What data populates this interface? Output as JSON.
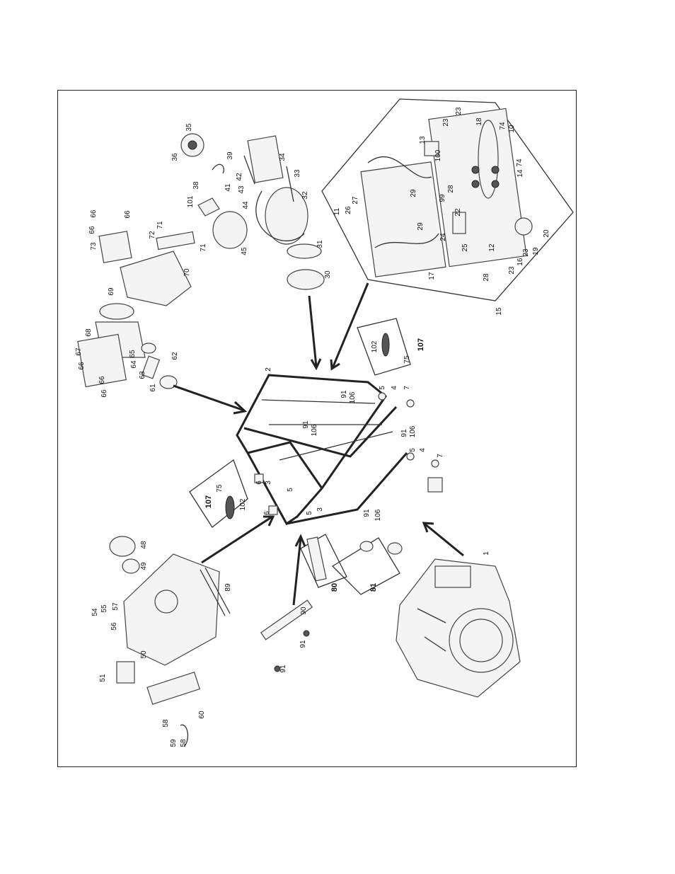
{
  "callouts": [
    {
      "id": "c35",
      "text": "35"
    },
    {
      "id": "c36",
      "text": "36"
    },
    {
      "id": "c34",
      "text": "34"
    },
    {
      "id": "c33",
      "text": "33"
    },
    {
      "id": "c32",
      "text": "32"
    },
    {
      "id": "c31",
      "text": "31"
    },
    {
      "id": "c30",
      "text": "30"
    },
    {
      "id": "c39",
      "text": "39"
    },
    {
      "id": "c38",
      "text": "38"
    },
    {
      "id": "c42",
      "text": "42"
    },
    {
      "id": "c41",
      "text": "41"
    },
    {
      "id": "c43",
      "text": "43"
    },
    {
      "id": "c101",
      "text": "101"
    },
    {
      "id": "c44",
      "text": "44"
    },
    {
      "id": "c45",
      "text": "45"
    },
    {
      "id": "c66a",
      "text": "66"
    },
    {
      "id": "c66b",
      "text": "66"
    },
    {
      "id": "c66c",
      "text": "66"
    },
    {
      "id": "c73",
      "text": "73"
    },
    {
      "id": "c72",
      "text": "72"
    },
    {
      "id": "c71a",
      "text": "71"
    },
    {
      "id": "c71b",
      "text": "71"
    },
    {
      "id": "c70",
      "text": "70"
    },
    {
      "id": "c69",
      "text": "69"
    },
    {
      "id": "c68",
      "text": "68"
    },
    {
      "id": "c67",
      "text": "67"
    },
    {
      "id": "c66d",
      "text": "66"
    },
    {
      "id": "c66e",
      "text": "66"
    },
    {
      "id": "c66f",
      "text": "66"
    },
    {
      "id": "c65",
      "text": "65"
    },
    {
      "id": "c64",
      "text": "64"
    },
    {
      "id": "c63",
      "text": "63"
    },
    {
      "id": "c62",
      "text": "62"
    },
    {
      "id": "c61",
      "text": "61"
    },
    {
      "id": "c2",
      "text": "2"
    },
    {
      "id": "c91a",
      "text": "91"
    },
    {
      "id": "c106a",
      "text": "106"
    },
    {
      "id": "c91b",
      "text": "91"
    },
    {
      "id": "c106b",
      "text": "106"
    },
    {
      "id": "c5a",
      "text": "5"
    },
    {
      "id": "c4a",
      "text": "4"
    },
    {
      "id": "c7a",
      "text": "7"
    },
    {
      "id": "c91c",
      "text": "91"
    },
    {
      "id": "c106c",
      "text": "106"
    },
    {
      "id": "c5b",
      "text": "5"
    },
    {
      "id": "c4b",
      "text": "4"
    },
    {
      "id": "c7b",
      "text": "7"
    },
    {
      "id": "c3a",
      "text": "3"
    },
    {
      "id": "c5c",
      "text": "5"
    },
    {
      "id": "c6a",
      "text": "6"
    },
    {
      "id": "c6b",
      "text": "6"
    },
    {
      "id": "c5d",
      "text": "5"
    },
    {
      "id": "c3b",
      "text": "3"
    },
    {
      "id": "c91d",
      "text": "91"
    },
    {
      "id": "c106d",
      "text": "106"
    },
    {
      "id": "c107a",
      "text": "107"
    },
    {
      "id": "c102a",
      "text": "102"
    },
    {
      "id": "c75a",
      "text": "75"
    },
    {
      "id": "c107b",
      "text": "107"
    },
    {
      "id": "c102b",
      "text": "102"
    },
    {
      "id": "c75b",
      "text": "75"
    },
    {
      "id": "c48",
      "text": "48"
    },
    {
      "id": "c49",
      "text": "49"
    },
    {
      "id": "c54",
      "text": "54"
    },
    {
      "id": "c55",
      "text": "55"
    },
    {
      "id": "c57",
      "text": "57"
    },
    {
      "id": "c56",
      "text": "56"
    },
    {
      "id": "c50",
      "text": "50"
    },
    {
      "id": "c51",
      "text": "51"
    },
    {
      "id": "c60",
      "text": "60"
    },
    {
      "id": "c58a",
      "text": "58"
    },
    {
      "id": "c59",
      "text": "59"
    },
    {
      "id": "c58b",
      "text": "58"
    },
    {
      "id": "c89",
      "text": "89"
    },
    {
      "id": "c80",
      "text": "80"
    },
    {
      "id": "c81",
      "text": "81"
    },
    {
      "id": "c90",
      "text": "90"
    },
    {
      "id": "c91e",
      "text": "91"
    },
    {
      "id": "c91f",
      "text": "91"
    },
    {
      "id": "c1",
      "text": "1"
    },
    {
      "id": "c15",
      "text": "15"
    },
    {
      "id": "c13",
      "text": "13"
    },
    {
      "id": "c100",
      "text": "100"
    },
    {
      "id": "c23a",
      "text": "23"
    },
    {
      "id": "c23b",
      "text": "23"
    },
    {
      "id": "c18",
      "text": "18"
    },
    {
      "id": "c74a",
      "text": "74"
    },
    {
      "id": "c10",
      "text": "10"
    },
    {
      "id": "c74b",
      "text": "74"
    },
    {
      "id": "c14",
      "text": "14"
    },
    {
      "id": "c11",
      "text": "11"
    },
    {
      "id": "c26",
      "text": "26"
    },
    {
      "id": "c27",
      "text": "27"
    },
    {
      "id": "c29a",
      "text": "29"
    },
    {
      "id": "c28a",
      "text": "28"
    },
    {
      "id": "c99",
      "text": "99"
    },
    {
      "id": "c22",
      "text": "22"
    },
    {
      "id": "c29b",
      "text": "29"
    },
    {
      "id": "c24",
      "text": "24"
    },
    {
      "id": "c25",
      "text": "25"
    },
    {
      "id": "c12",
      "text": "12"
    },
    {
      "id": "c23c",
      "text": "23"
    },
    {
      "id": "c19",
      "text": "19"
    },
    {
      "id": "c20",
      "text": "20"
    },
    {
      "id": "c16",
      "text": "16"
    },
    {
      "id": "c23d",
      "text": "23"
    },
    {
      "id": "c28b",
      "text": "28"
    },
    {
      "id": "c17",
      "text": "17"
    }
  ]
}
